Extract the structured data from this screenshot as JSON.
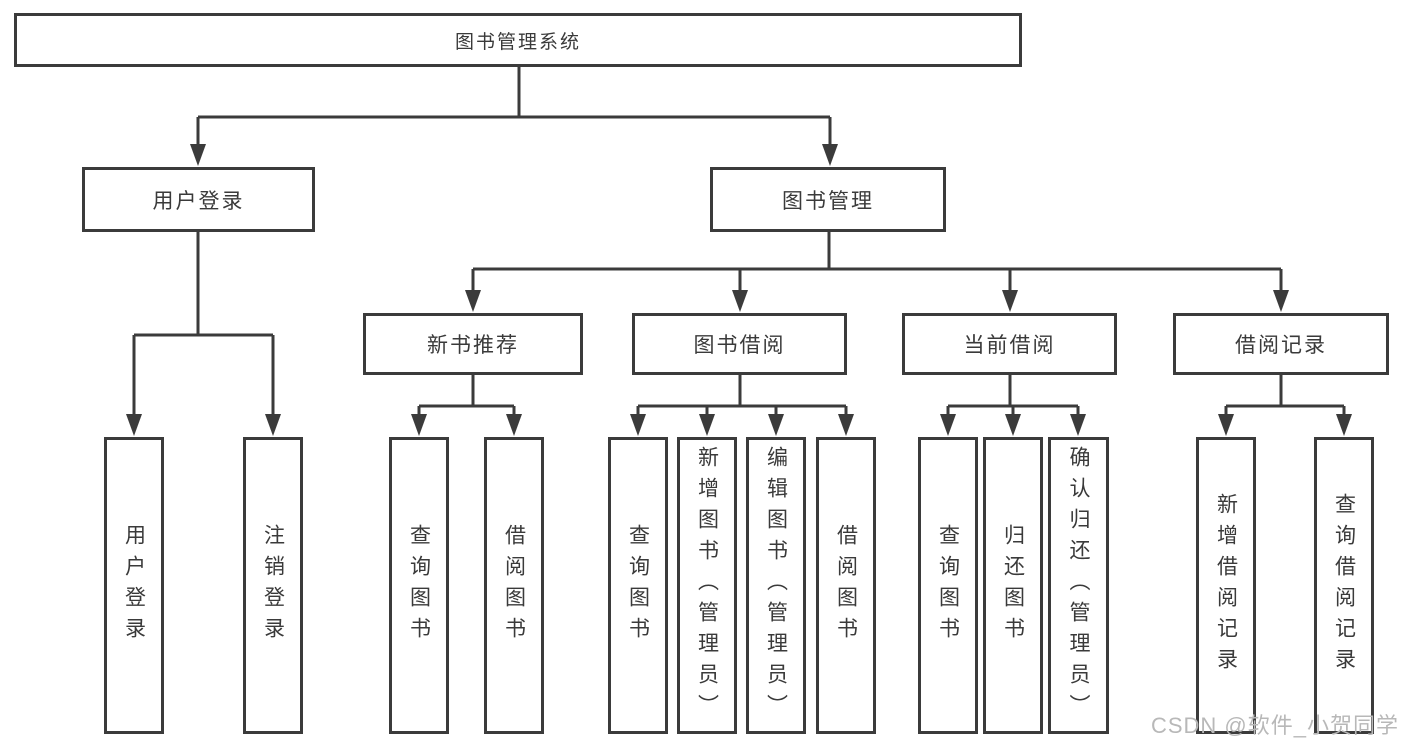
{
  "tree": {
    "label": "图书管理系统",
    "children": [
      {
        "label": "用户登录",
        "children": [
          {
            "label": "用户登录"
          },
          {
            "label": "注销登录"
          }
        ]
      },
      {
        "label": "图书管理",
        "children": [
          {
            "label": "新书推荐",
            "children": [
              {
                "label": "查询图书"
              },
              {
                "label": "借阅图书"
              }
            ]
          },
          {
            "label": "图书借阅",
            "children": [
              {
                "label": "查询图书"
              },
              {
                "label": "新增图书（管理员）"
              },
              {
                "label": "编辑图书（管理员）"
              },
              {
                "label": "借阅图书"
              }
            ]
          },
          {
            "label": "当前借阅",
            "children": [
              {
                "label": "查询图书"
              },
              {
                "label": "归还图书"
              },
              {
                "label": "确认归还（管理员）"
              }
            ]
          },
          {
            "label": "借阅记录",
            "children": [
              {
                "label": "新增借阅记录"
              },
              {
                "label": "查询借阅记录"
              }
            ]
          }
        ]
      }
    ]
  },
  "watermark": "CSDN @软件_小贺同学",
  "colors": {
    "line": "#3b3b3b",
    "text": "#3a3a3a",
    "watermark": "#b8b8b8",
    "background": "#ffffff"
  }
}
